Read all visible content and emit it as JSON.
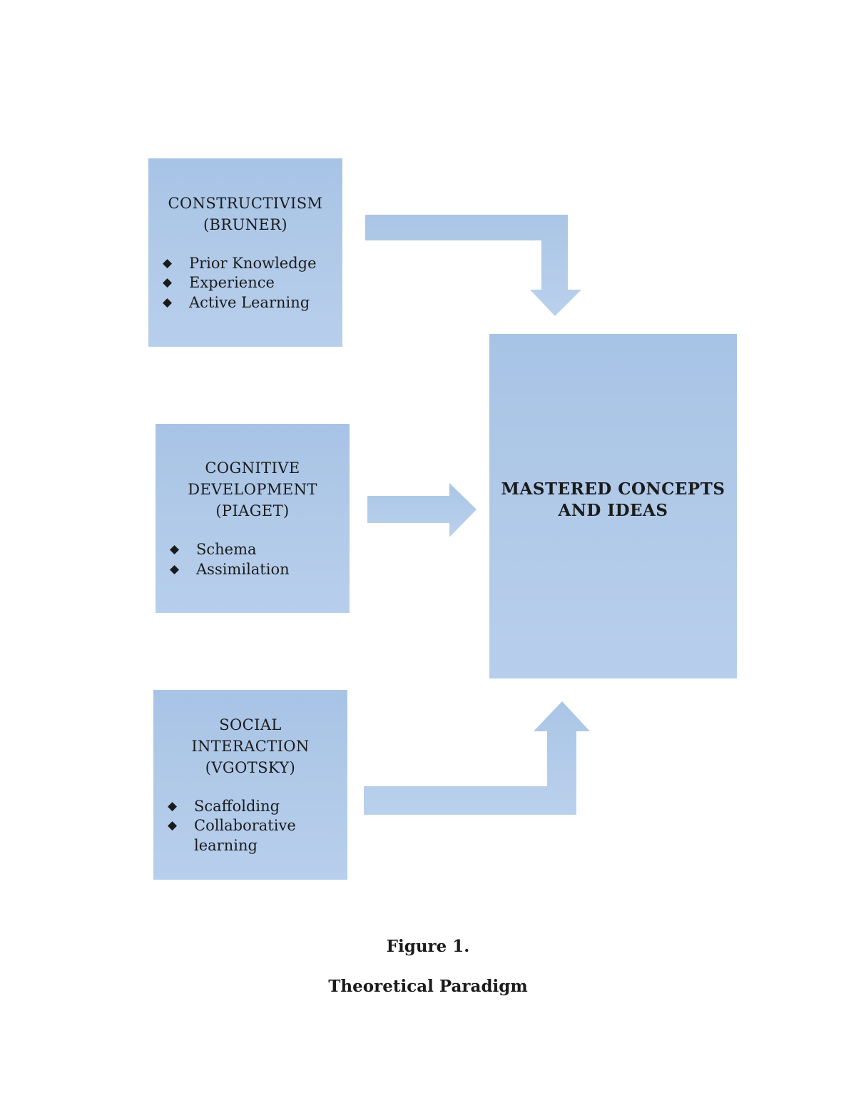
{
  "colors": {
    "background": "#ffffff",
    "box_fill_top": "#a7c3e5",
    "box_fill_bottom": "#b7cfec",
    "arrow_fill_top": "#aac5e6",
    "arrow_fill_bottom": "#bad1ed",
    "text": "#1b1b1b"
  },
  "diagram": {
    "bullet_glyph": "◆",
    "source_boxes": [
      {
        "title_lines": [
          "CONSTRUCTIVISM",
          "(BRUNER)",
          ""
        ],
        "bullets": [
          "Prior Knowledge",
          "Experience",
          "Active Learning"
        ]
      },
      {
        "title_lines": [
          "COGNITIVE",
          "DEVELOPMENT",
          "(PIAGET)"
        ],
        "bullets": [
          "Schema",
          "Assimilation"
        ]
      },
      {
        "title_lines": [
          "SOCIAL",
          "INTERACTION",
          "(VGOTSKY)"
        ],
        "bullets": [
          "Scaffolding",
          "Collaborative learning"
        ]
      }
    ],
    "result_box": {
      "title": "MASTERED CONCEPTS AND IDEAS"
    }
  },
  "caption": {
    "figure_label": "Figure 1.",
    "figure_title": "Theoretical Paradigm"
  }
}
